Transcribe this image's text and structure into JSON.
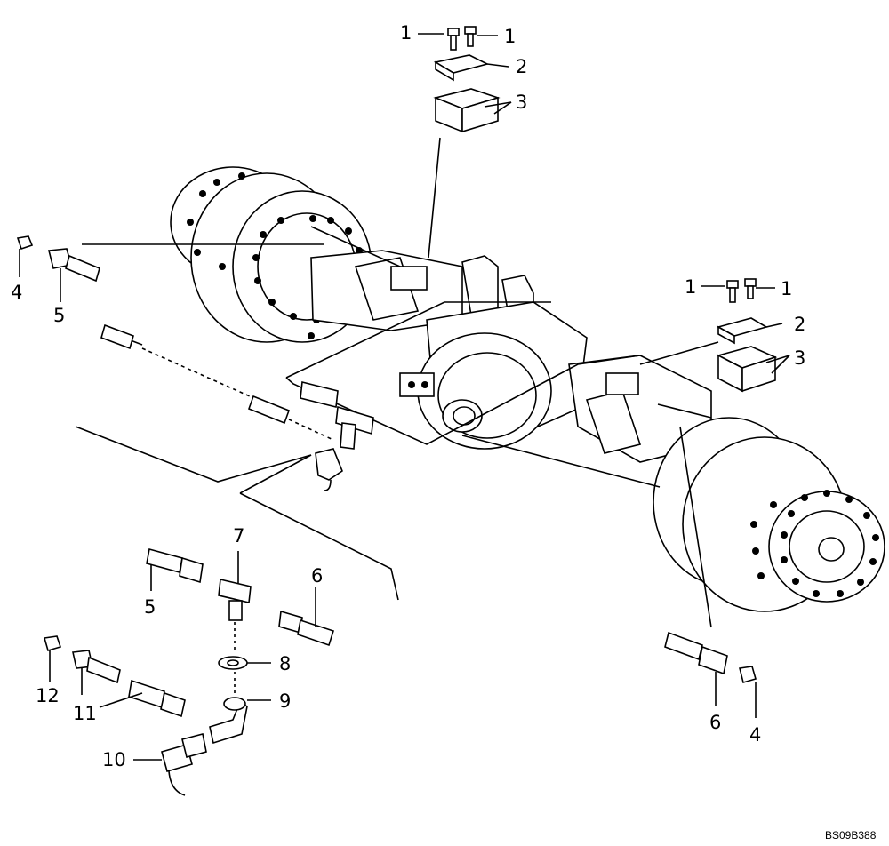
{
  "diagram_ref": "BS09B388",
  "callouts": {
    "c1a": "1",
    "c1b": "1",
    "c2a": "2",
    "c3a": "3",
    "c1c": "1",
    "c1d": "1",
    "c2b": "2",
    "c3b": "3",
    "c4a": "4",
    "c5a": "5",
    "c7": "7",
    "c5b": "5",
    "c6a": "6",
    "c8": "8",
    "c9": "9",
    "c12": "12",
    "c11": "11",
    "c10": "10",
    "c6b": "6",
    "c4b": "4"
  }
}
